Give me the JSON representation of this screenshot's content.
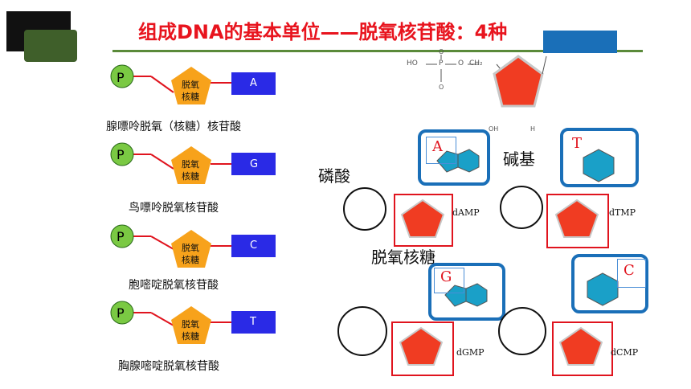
{
  "title": "组成DNA的基本单位——脱氧核苷酸：4种",
  "colors": {
    "title": "#e8141e",
    "phosphate_fill": "#7ac943",
    "sugar_fill": "#f7a21b",
    "base_fill": "#2a2ae6",
    "ring_fill": "#f03c22",
    "purine_fill": "#1aa0c8",
    "box_blue": "#1a6fb8",
    "box_red": "#e0141e",
    "rule_green": "#5a8a3a"
  },
  "nucleotides": [
    {
      "phosphate": "P",
      "sugar_line1": "脱氧",
      "sugar_line2": "核糖",
      "base": "A",
      "name": "腺嘌呤脱氧（核糖）核苷酸"
    },
    {
      "phosphate": "P",
      "sugar_line1": "脱氧",
      "sugar_line2": "核糖",
      "base": "G",
      "name": "鸟嘌呤脱氧核苷酸"
    },
    {
      "phosphate": "P",
      "sugar_line1": "脱氧",
      "sugar_line2": "核糖",
      "base": "C",
      "name": "胞嘧啶脱氧核苷酸"
    },
    {
      "phosphate": "P",
      "sugar_line1": "脱氧",
      "sugar_line2": "核糖",
      "base": "T",
      "name": "胸腺嘧啶脱氧核苷酸"
    }
  ],
  "labels": {
    "phosphate": "磷酸",
    "base": "碱基",
    "sugar": "脱氧核糖"
  },
  "structures": [
    {
      "base_letter": "A",
      "name": "dAMP"
    },
    {
      "base_letter": "T",
      "name": "dTMP"
    },
    {
      "base_letter": "G",
      "name": "dGMP"
    },
    {
      "base_letter": "C",
      "name": "dCMP"
    }
  ],
  "top_chem": {
    "oh": "HO",
    "p": "P",
    "o_top": "O",
    "o_bottom": "O",
    "o_link": "O",
    "ch2": "CH₂",
    "oh_bottom": "OH",
    "h_bottom": "H"
  },
  "icons": [
    "dark-corner-block",
    "green-corner-block",
    "blue-corner-block"
  ]
}
